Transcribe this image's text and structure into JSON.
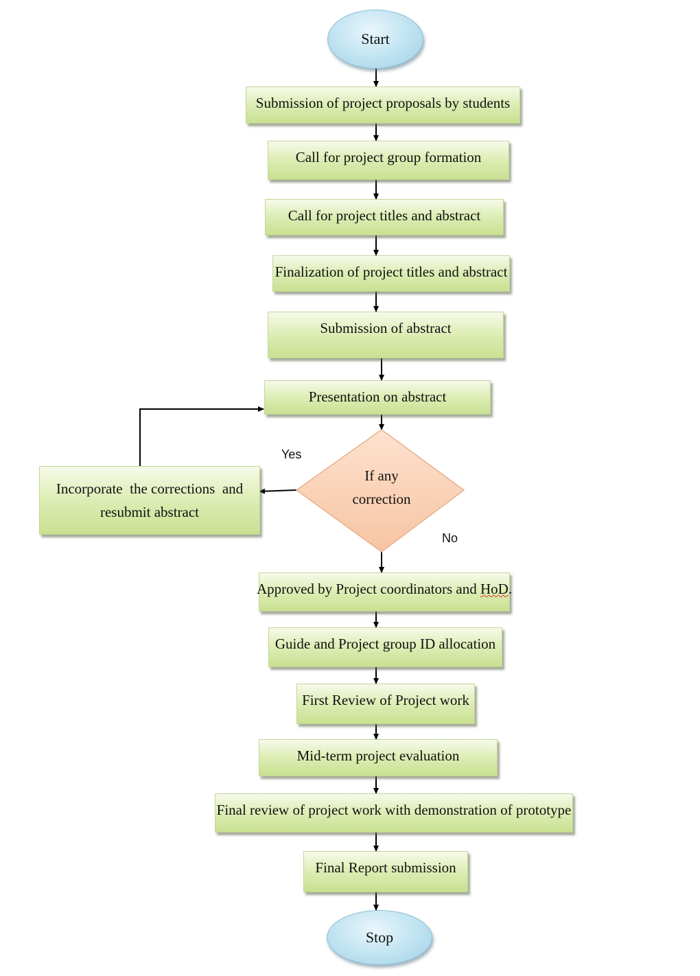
{
  "start": "Start",
  "stop": "Stop",
  "steps": {
    "proposals": "Submission of project proposals by students",
    "group_formation": "Call for project group formation",
    "titles_abstract": "Call for project titles and abstract",
    "finalization": "Finalization of project titles and abstract",
    "submission_abstract": "Submission of abstract",
    "presentation": "Presentation on abstract",
    "incorporate_line1": "Incorporate  the corrections  and",
    "incorporate_line2": "resubmit abstract",
    "approved_prefix": "Approved by Project coordinators and ",
    "approved_hod": "HoD",
    "approved_suffix": ".",
    "guide_allocation": "Guide and Project group ID allocation",
    "first_review": "First Review of Project work",
    "midterm": "Mid-term project evaluation",
    "final_review": "Final review of project work with demonstration of prototype",
    "final_report": "Final Report submission"
  },
  "decision": {
    "line1": "If any",
    "line2": "correction",
    "yes_label": "Yes",
    "no_label": "No"
  },
  "colors": {
    "box_fill": "#dfeeb8",
    "oval_fill": "#c6e6f3",
    "diamond_fill": "#fbd0b3",
    "arrow": "#000000"
  }
}
